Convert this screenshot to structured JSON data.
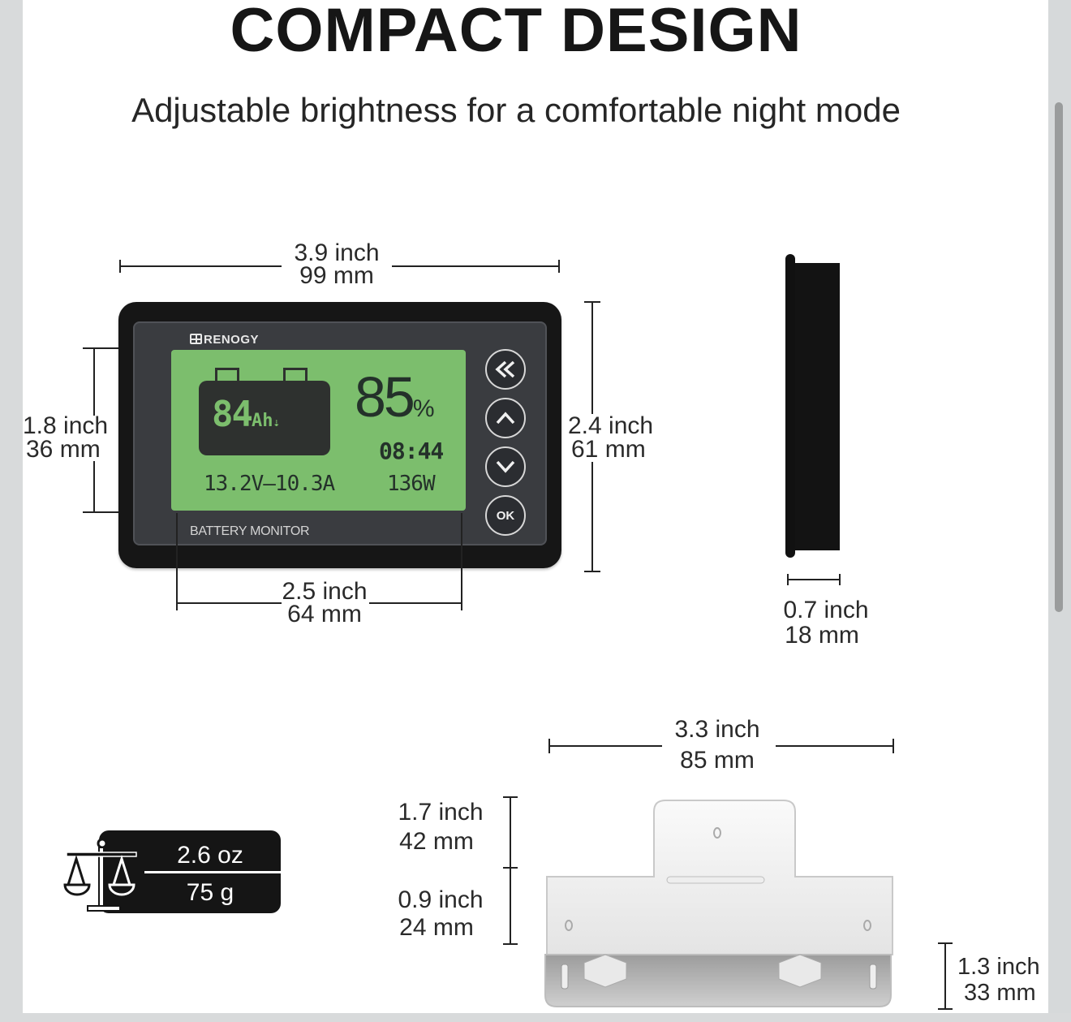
{
  "header": {
    "title": "COMPACT DESIGN",
    "subtitle": "Adjustable brightness for a comfortable night mode"
  },
  "monitor_front": {
    "width": {
      "inch": "3.9 inch",
      "mm": "99 mm"
    },
    "height": {
      "inch": "2.4 inch",
      "mm": "61 mm"
    },
    "screen_width": {
      "inch": "2.5 inch",
      "mm": "64 mm"
    },
    "screen_height": {
      "inch": "1.8 inch",
      "mm": "36 mm"
    },
    "brand": "RENOGY",
    "label": "BATTERY MONITOR",
    "display": {
      "capacity_value": "84",
      "capacity_unit": "Ah",
      "charge_indicator": "⇣",
      "percent_value": "85",
      "percent_unit": "%",
      "time": "08:44",
      "voltage_current": "13.2V–10.3A",
      "power": "136W",
      "screen_color": "#7cbe6d"
    },
    "buttons": [
      {
        "name": "back",
        "label": "«",
        "icon": "double-chevron-left-icon"
      },
      {
        "name": "up",
        "label": "^",
        "icon": "chevron-up-icon"
      },
      {
        "name": "down",
        "label": "v",
        "icon": "chevron-down-icon"
      },
      {
        "name": "ok",
        "label": "OK",
        "icon": "ok-icon"
      }
    ]
  },
  "monitor_side": {
    "depth": {
      "inch": "0.7 inch",
      "mm": "18 mm"
    }
  },
  "weight": {
    "icon": "scale-icon",
    "oz": "2.6 oz",
    "g": "75 g"
  },
  "bracket": {
    "width": {
      "inch": "3.3 inch",
      "mm": "85 mm"
    },
    "upper_height": {
      "inch": "1.7 inch",
      "mm": "42 mm"
    },
    "lower_height": {
      "inch": "0.9 inch",
      "mm": "24 mm"
    },
    "base_depth": {
      "inch": "1.3 inch",
      "mm": "33 mm"
    }
  }
}
